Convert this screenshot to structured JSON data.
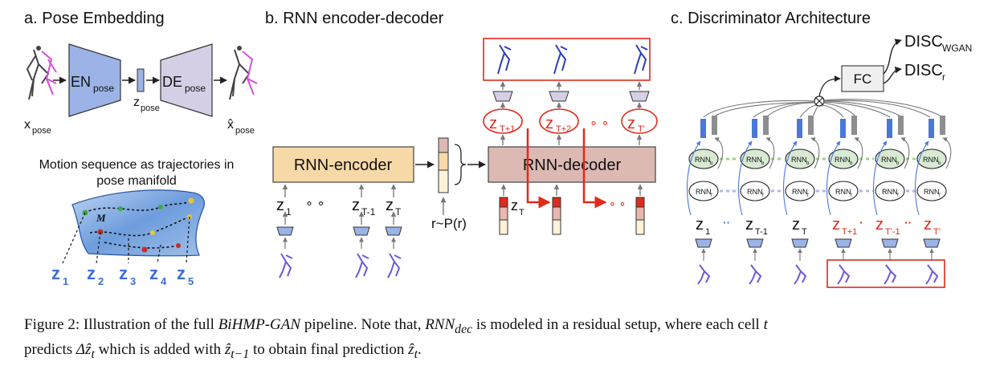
{
  "panels": {
    "a": {
      "title": "a. Pose Embedding",
      "encoder": "EN",
      "encoder_sub": "pose",
      "decoder": "DE",
      "decoder_sub": "pose",
      "latent": "z",
      "latent_sub": "pose",
      "input": "x",
      "input_sub": "pose",
      "output": "x̂",
      "output_sub": "pose",
      "manifold_caption_line1": "Motion sequence as trajectories in",
      "manifold_caption_line2": "pose manifold",
      "manifold_symbol": "M",
      "z_labels": [
        "z",
        "z",
        "z",
        "z",
        "z"
      ],
      "z_subs": [
        "1",
        "2",
        "3",
        "4",
        "5"
      ]
    },
    "b": {
      "title": "b. RNN encoder-decoder",
      "encoder_label": "RNN-encoder",
      "decoder_label": "RNN-decoder",
      "noise_label": "r~P(r)",
      "inputs": [
        {
          "z": "z",
          "sub": "1"
        },
        {
          "z": "z",
          "sub": "T-1"
        },
        {
          "z": "z",
          "sub": "T"
        }
      ],
      "zt_label": "z",
      "zt_sub": "T",
      "outputs": [
        {
          "z": "z",
          "sub": "T+1"
        },
        {
          "z": "z",
          "sub": "T+2"
        },
        {
          "z": "z",
          "sub": "T'"
        }
      ],
      "dots": "∘ ∘"
    },
    "c": {
      "title": "c. Discriminator Architecture",
      "fc_label": "FC",
      "disc_wgan": "DISC",
      "disc_wgan_sub": "WGAN",
      "disc_r": "DISC",
      "disc_r_sub": "r",
      "rnn_b": "RNN",
      "rnn_b_sub": "b",
      "rnn_f": "RNN",
      "rnn_f_sub": "f",
      "z_labels": [
        {
          "z": "z",
          "sub": "1",
          "red": false
        },
        {
          "z": "z",
          "sub": "T-1",
          "red": false
        },
        {
          "z": "z",
          "sub": "T",
          "red": false
        },
        {
          "z": "z",
          "sub": "T+1",
          "red": true
        },
        {
          "z": "z",
          "sub": "T'-1",
          "red": true
        },
        {
          "z": "z",
          "sub": "T'",
          "red": true
        }
      ]
    }
  },
  "caption": {
    "prefix": "Figure 2: Illustration of the full ",
    "model": "BiHMP-GAN",
    "mid": " pipeline. Note that, ",
    "rnn": "RNN",
    "rnn_sub": "dec",
    "rest": " is modeled in a residual setup, where each cell ",
    "t": "t",
    "line2_a": "predicts ",
    "delta": "Δẑ",
    "delta_sub": "t",
    "line2_b": " which is added with ",
    "prev": "ẑ",
    "prev_sub": "t−1",
    "line2_c": " to obtain final prediction ",
    "final": "ẑ",
    "final_sub": "t",
    "end": "."
  },
  "colors": {
    "encoder_blue": "#9bb3e6",
    "decoder_lavender": "#d5cfe6",
    "rnn_encoder_fill": "#f7d9a8",
    "rnn_decoder_fill": "#dcb9b3",
    "accent_red": "#e02a1c",
    "bar_blue": "#4a78d8",
    "bar_gray": "#8e8e8e",
    "manifold_blue": "#5b8fd6",
    "z_blue": "#3d6fd3"
  }
}
